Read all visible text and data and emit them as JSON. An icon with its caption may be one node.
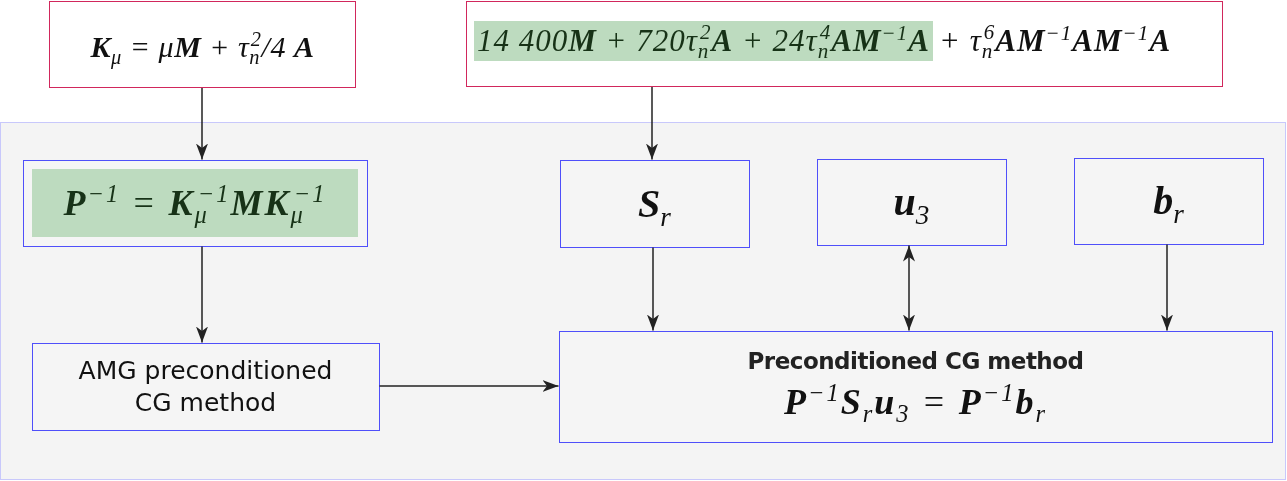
{
  "diagram": {
    "nodes": [
      {
        "text": [
          "**K**$_{μ}$ = μ**M** + τ$_{n}$$^{2}$/4 **A**"
        ]
      },
      {
        "text": [
          "14 400**M** + 720τ$_{n}$$^{2}$**A** + 24τ$_{n}$$^{4}$**AM**$^{−1}$**A**",
          "+ τ$_{n}$$^{6}$**AM**$^{−1}$**AM**$^{−1}$**A**"
        ]
      },
      {
        "text": [],
        "shape": "box"
      },
      {
        "text": [
          "**P**$^{−1}$ = **K**$_{μ}$$^{−1}$**MK**$_{μ}$$^{−1}$"
        ],
        "in": 2
      },
      {
        "text": [
          "**S**$_{r}$"
        ],
        "in": 2
      },
      {
        "text": [
          "**u**$_{3}$"
        ],
        "in": 2
      },
      {
        "text": [
          "**b**$_{r}$"
        ],
        "in": 2
      },
      {
        "text": [
          "AMG preconditioned CG method"
        ],
        "in": 2
      },
      {
        "text": [
          "Preconditioned CG method",
          "**P**$^{−1}$**S**$_{r}$**u**$_{3}$ = **P**$^{−1}$**b**$_{r}$"
        ],
        "in": 2
      }
    ],
    "edges": [
      {
        "from": 0,
        "to": 3,
        "arrow": "to"
      },
      {
        "from": 1,
        "to": 4,
        "arrow": "to"
      },
      {
        "from": 3,
        "to": 7,
        "arrow": "to"
      },
      {
        "from": 4,
        "to": 8,
        "arrow": "to"
      },
      {
        "from": 5,
        "to": 8,
        "arrow": "both"
      },
      {
        "from": 6,
        "to": 8,
        "arrow": "to"
      },
      {
        "from": 7,
        "to": 8,
        "arrow": "to"
      }
    ]
  }
}
